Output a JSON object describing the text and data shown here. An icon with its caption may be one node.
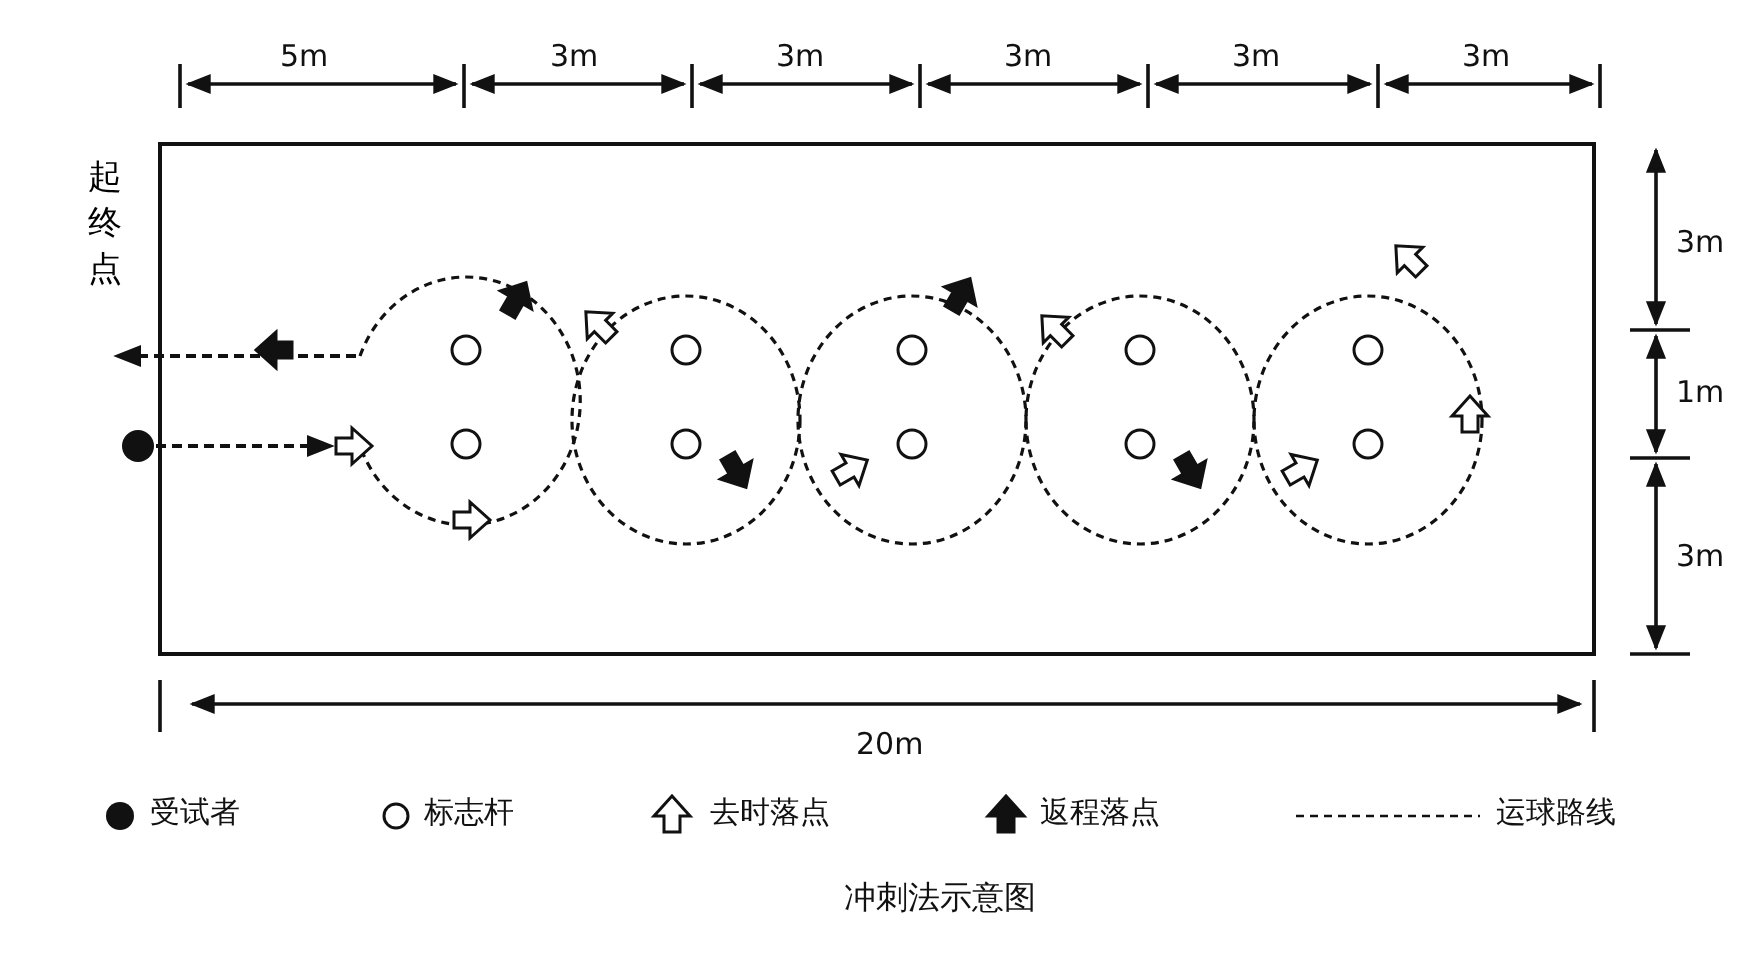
{
  "diagram": {
    "caption": "冲刺法示意图",
    "nodes": [
      {
        "text": [
          "起终点"
        ]
      },
      {
        "text": [],
        "shape": "circle"
      }
    ],
    "edges": [
      {
        "from": null,
        "to": 0,
        "arrow": "to",
        "style": "dashed"
      },
      {
        "from": 1,
        "to": null,
        "arrow": "to",
        "style": "dashed"
      }
    ],
    "labels": [
      "5m",
      "3m",
      "3m",
      "3m",
      "3m",
      "3m",
      "3m",
      "1m",
      "3m",
      "20m"
    ],
    "legend": [
      {
        "text": "受试者"
      },
      {
        "text": "标志杆"
      },
      {
        "text": "去时落点"
      },
      {
        "text": "返程落点"
      },
      {
        "text": "运球路线"
      }
    ]
  }
}
